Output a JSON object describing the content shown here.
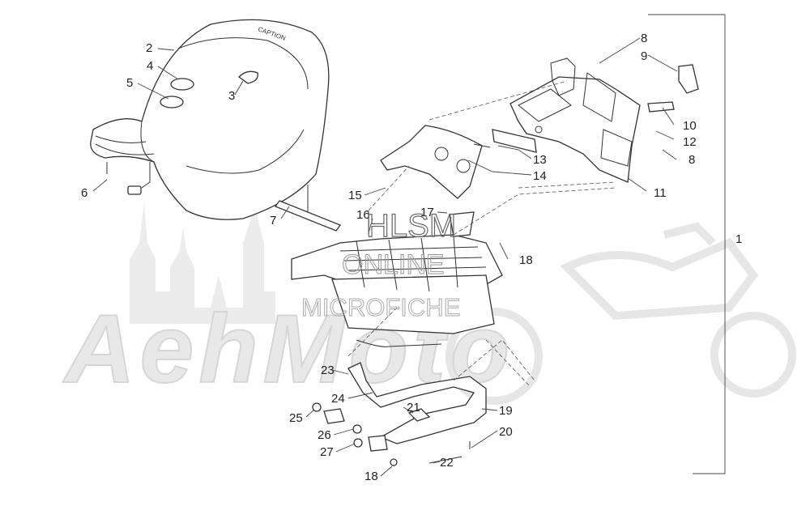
{
  "watermark": {
    "brand": "AehMoto",
    "overlay_line1": "HLSM",
    "overlay_line2": "ONLINE",
    "overlay_line3": "MICROFICHE"
  },
  "seat_print": "CAPTION",
  "callouts": {
    "c1": "1",
    "c2": "2",
    "c3": "3",
    "c4": "4",
    "c5": "5",
    "c6": "6",
    "c7": "7",
    "c8a": "8",
    "c8b": "8",
    "c9": "9",
    "c10": "10",
    "c11": "11",
    "c12": "12",
    "c13": "13",
    "c14": "14",
    "c15": "15",
    "c16": "16",
    "c17": "17",
    "c18a": "18",
    "c18b": "18",
    "c19": "19",
    "c20": "20",
    "c21": "21",
    "c22": "22",
    "c23": "23",
    "c24": "24",
    "c25": "25",
    "c26": "26",
    "c27": "27"
  }
}
